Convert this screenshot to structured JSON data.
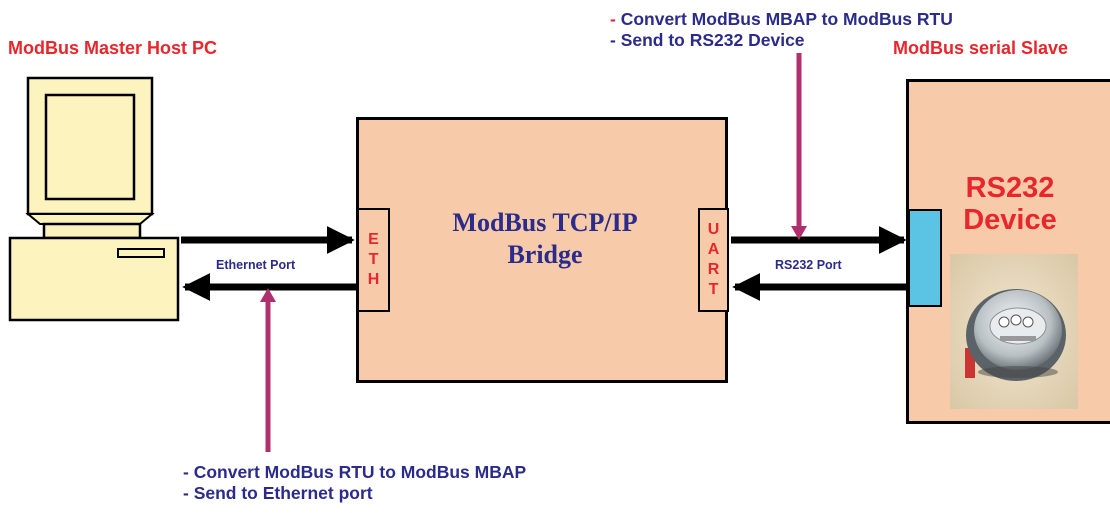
{
  "host": {
    "title": "ModBus Master Host PC",
    "icon": "desktop-computer-icon"
  },
  "bridge": {
    "title_line1": "ModBus TCP/IP",
    "title_line2": "Bridge",
    "eth_letters": [
      "E",
      "T",
      "H"
    ],
    "uart_letters": [
      "U",
      "A",
      "R",
      "T"
    ]
  },
  "ports": {
    "ethernet_label": "Ethernet Port",
    "rs232_label": "RS232 Port"
  },
  "slave": {
    "title": "ModBus serial Slave",
    "device_line1": "RS232",
    "device_line2": "Device",
    "photo": "electric-meter-photo"
  },
  "notes": {
    "top": {
      "dash": "-",
      "line1": "Convert ModBus  MBAP to ModBus RTU",
      "line2": "Send to RS232 Device"
    },
    "bottom": {
      "dash": "-",
      "line1": "Convert ModBus RTU to ModBus MBAP",
      "line2": "Send to Ethernet port"
    }
  },
  "colors": {
    "title_red": "#e8262b",
    "label_navy": "#2b2b8c",
    "box_fill": "#f7cba9",
    "computer_fill": "#fdf3bf",
    "port_blue": "#5bc4e4",
    "pointer_magenta": "#b0306e"
  }
}
